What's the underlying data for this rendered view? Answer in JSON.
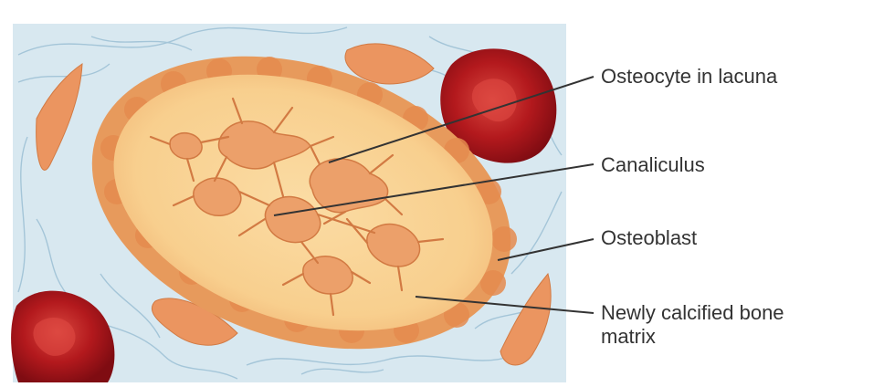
{
  "labels": {
    "osteocyte": "Osteocyte in lacuna",
    "canaliculus": "Canaliculus",
    "osteoblast": "Osteoblast",
    "matrix_line1": "Newly calcified bone",
    "matrix_line2": "matrix"
  },
  "colors": {
    "background_tissue": "#d8e8f0",
    "tissue_fibers": "#9fc2d6",
    "bone_matrix": "#f8cf8e",
    "bone_matrix_edge": "#f6c07c",
    "osteoblast_rim": "#e79a5c",
    "osteocyte": "#eca06a",
    "osteocyte_outline": "#d27a43",
    "osteoblast_cell": "#eb9560",
    "blood_vessel": "#a3141a",
    "blood_vessel_light": "#d23a36",
    "leader_line": "#333333",
    "label_text": "#333333"
  }
}
